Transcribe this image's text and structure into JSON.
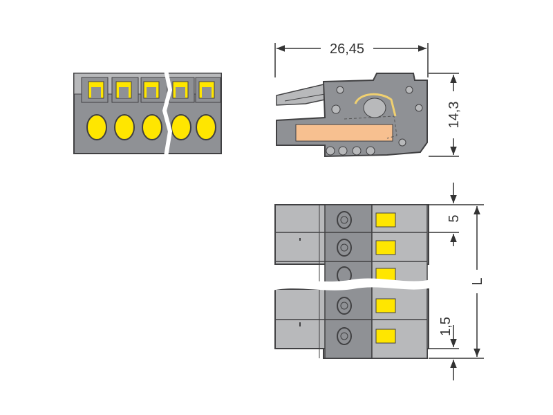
{
  "dimensions": {
    "width": "26,45",
    "height": "14,3",
    "pitch": "5",
    "length": "L",
    "offset": "1,5"
  },
  "colors": {
    "housing": "#8f9195",
    "housing_light": "#b8b9bb",
    "outline": "#404042",
    "clamp": "#ffe600",
    "contact": "#f7c090",
    "break_line": "#ffffff",
    "dimension": "#333333"
  }
}
